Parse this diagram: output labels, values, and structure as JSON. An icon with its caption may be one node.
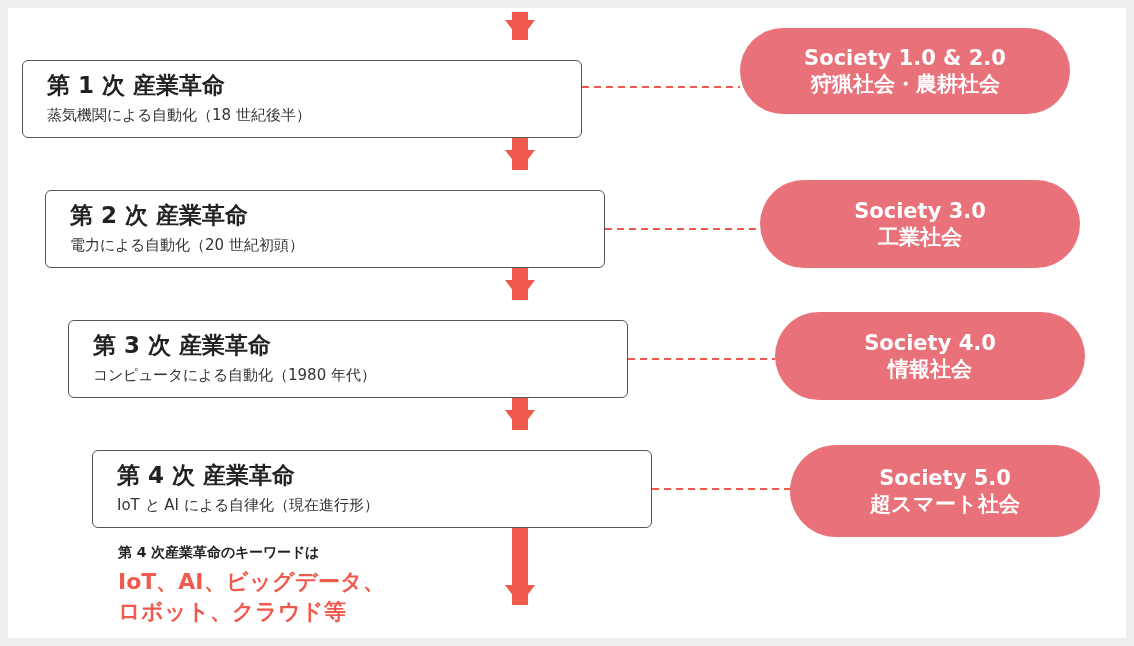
{
  "diagram": {
    "nodes": [
      {
        "text": [
          "第 1 次 産業革命",
          "蒸気機関による自動化（18 世紀後半）"
        ]
      },
      {
        "text": [
          "第 2 次 産業革命",
          "電力による自動化（20 世紀初頭）"
        ]
      },
      {
        "text": [
          "第 3 次 産業革命",
          "コンピュータによる自動化（1980 年代）"
        ]
      },
      {
        "text": [
          "第 4 次 産業革命",
          "IoT と AI による自律化（現在進行形）"
        ]
      },
      {
        "text": [
          "Society 1.0 & 2.0",
          "狩猟社会・農耕社会"
        ]
      },
      {
        "text": [
          "Society 3.0",
          "工業社会"
        ]
      },
      {
        "text": [
          "Society 4.0",
          "情報社会"
        ]
      },
      {
        "text": [
          "Society 5.0",
          "超スマート社会"
        ]
      }
    ],
    "edges": [
      {
        "from": null,
        "to": 0,
        "arrow": "to"
      },
      {
        "from": 0,
        "to": 1,
        "arrow": "to"
      },
      {
        "from": 1,
        "to": 2,
        "arrow": "to"
      },
      {
        "from": 2,
        "to": 3,
        "arrow": "to"
      },
      {
        "from": 3,
        "to": null,
        "arrow": "to"
      },
      {
        "from": 0,
        "to": 4,
        "arrow": "none",
        "style": "dashed"
      },
      {
        "from": 1,
        "to": 5,
        "arrow": "none",
        "style": "dashed"
      },
      {
        "from": 2,
        "to": 6,
        "arrow": "none",
        "style": "dashed"
      },
      {
        "from": 3,
        "to": 7,
        "arrow": "none",
        "style": "dashed"
      }
    ],
    "labels": [
      "第 4 次産業革命のキーワードは",
      "IoT、AI、ビッグデータ、ロボット、クラウド等"
    ]
  }
}
